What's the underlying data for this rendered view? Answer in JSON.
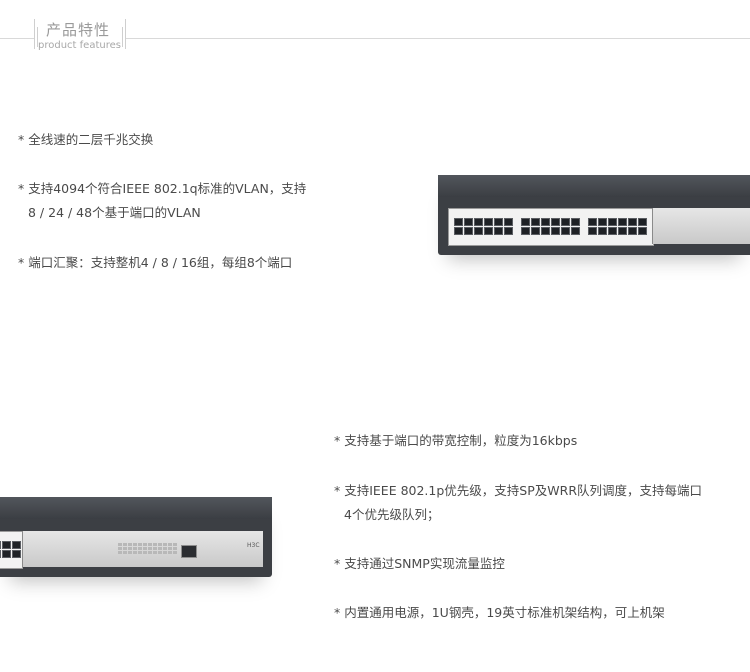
{
  "header": {
    "title_cn": "产品特性",
    "title_en": "product features"
  },
  "features_top": [
    {
      "line1": "* 全线速的二层千兆交换",
      "line2": ""
    },
    {
      "line1": "* 支持4094个符合IEEE 802.1q标准的VLAN，支持",
      "line2": "8 / 24 / 48个基于端口的VLAN"
    },
    {
      "line1": "* 端口汇聚：支持整机4 / 8 / 16组，每组8个端口",
      "line2": ""
    }
  ],
  "features_bottom": [
    {
      "line1": "* 支持基于端口的带宽控制，粒度为16kbps",
      "line2": ""
    },
    {
      "line1": "* 支持IEEE 802.1p优先级，支持SP及WRR队列调度，支持每端口",
      "line2": "4个优先级队列；"
    },
    {
      "line1": "* 支持通过SNMP实现流量监控",
      "line2": ""
    },
    {
      "line1": "* 内置通用电源，1U钢壳，19英寸标准机架结构，可上机架",
      "line2": ""
    }
  ],
  "device_bottom": {
    "brand": "H3C"
  },
  "colors": {
    "text": "#4a4a4a",
    "title": "#9a9a9a",
    "switch_body": "#3c3f44",
    "panel": "#f2f2f2"
  }
}
